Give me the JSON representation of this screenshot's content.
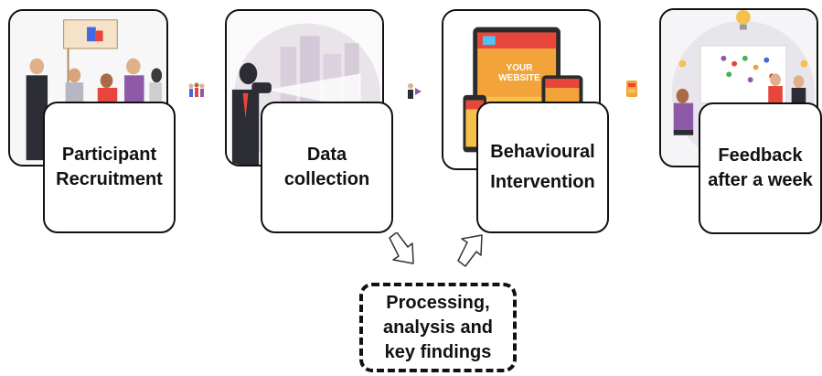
{
  "steps": [
    {
      "label_lines": [
        "Participant",
        "Recruitment"
      ],
      "image_icon": "crowd-with-thumbs-up-sign-illustration"
    },
    {
      "label_lines": [
        "Data",
        "collection"
      ],
      "image_icon": "man-with-binoculars-city-illustration"
    },
    {
      "label_lines": [
        "Behavioural",
        "Intervention"
      ],
      "image_icon": "responsive-website-devices-illustration",
      "image_text": "YOUR WEBSITE"
    },
    {
      "label_lines": [
        "Feedback",
        "after a week"
      ],
      "image_icon": "team-meeting-board-illustration"
    }
  ],
  "connector_icons": [
    "people-group-icon",
    "person-next-icon",
    "device-icon"
  ],
  "process": {
    "label_lines": [
      "Processing,",
      "analysis and",
      "key findings"
    ]
  },
  "arrows": [
    "arrow-down-right-icon",
    "arrow-up-right-icon"
  ],
  "colors": {
    "border": "#111111",
    "accent_orange": "#f2a33a",
    "accent_red": "#e8453c",
    "accent_purple": "#8e5aa8"
  }
}
